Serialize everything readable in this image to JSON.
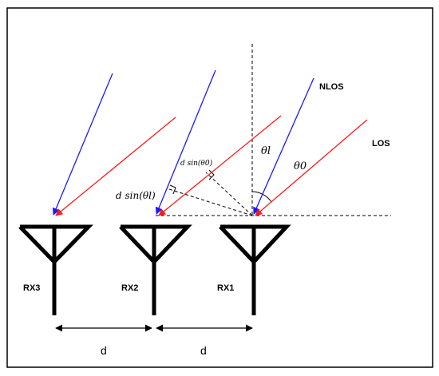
{
  "labels": {
    "nlos": "NLOS",
    "los": "LOS",
    "rx1": "RX1",
    "rx2": "RX2",
    "rx3": "RX3",
    "spacing_1": "d",
    "spacing_2": "d",
    "theta_l": "θl",
    "theta_0": "θ0",
    "d_sin_theta_0": "d sin(θ0)",
    "d_sin_theta_l": "d sin(θl)"
  },
  "colors": {
    "nlos_ray": "#1a1aff",
    "los_ray": "#ff1a1a",
    "antenna": "#000000",
    "frame": "#000000"
  }
}
